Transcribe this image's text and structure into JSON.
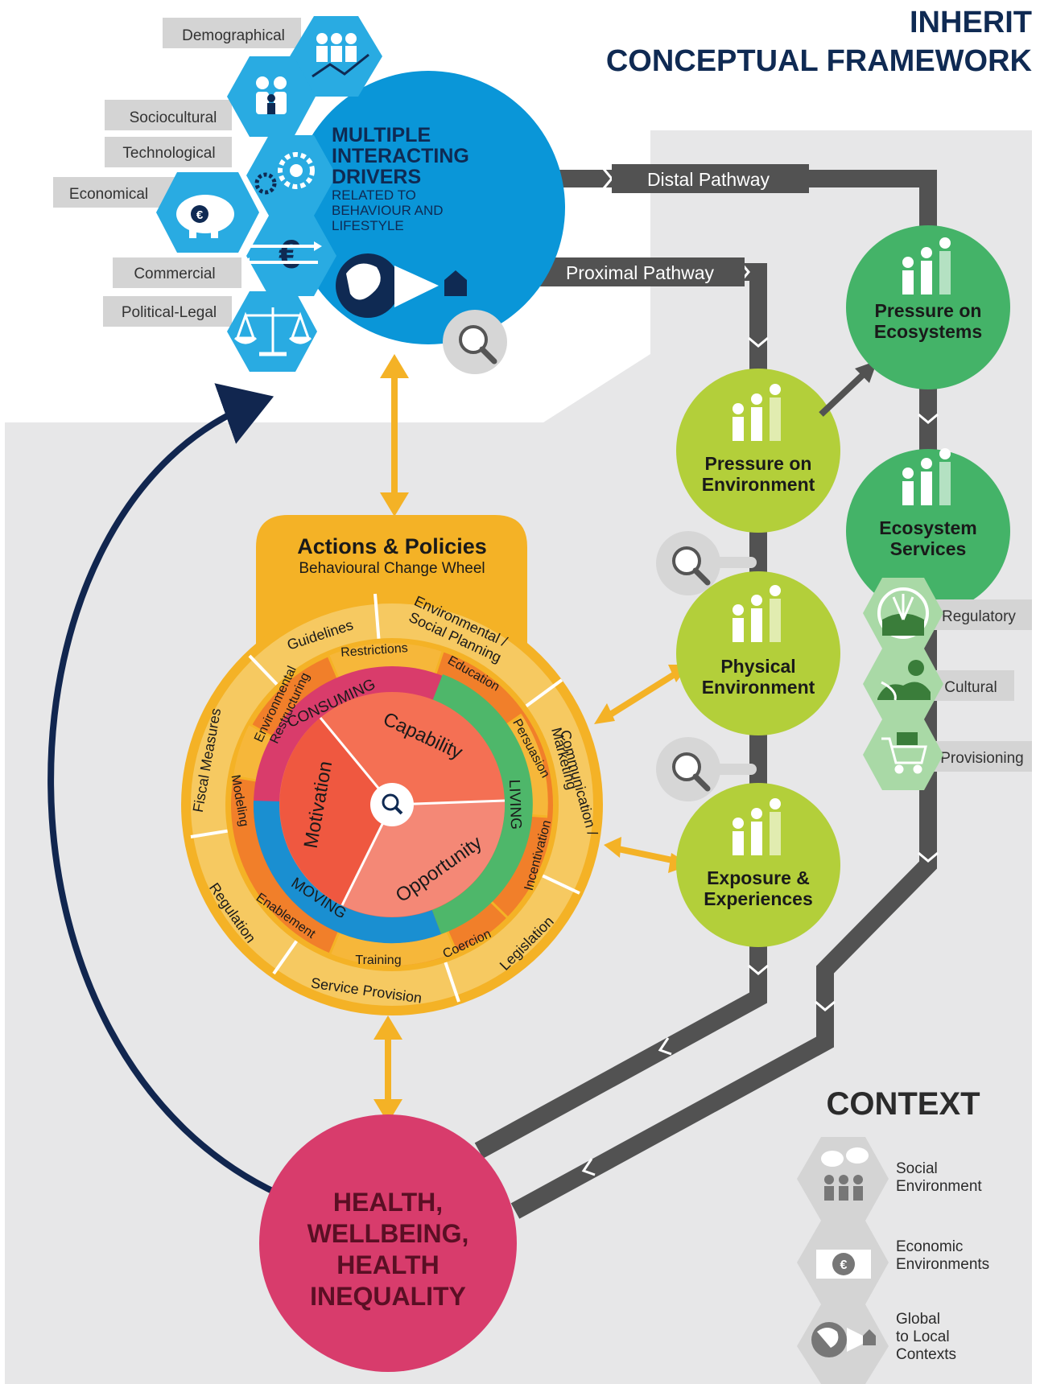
{
  "title": {
    "line1": "INHERIT",
    "line2": "CONCEPTUAL FRAMEWORK"
  },
  "drivers": {
    "title_lines": [
      "MULTIPLE",
      "INTERACTING",
      "DRIVERS"
    ],
    "subtitle_lines": [
      "RELATED TO",
      "BEHAVIOUR AND",
      "LIFESTYLE"
    ],
    "labels": {
      "demographical": "Demographical",
      "sociocultural": "Sociocultural",
      "technological": "Technological",
      "economical": "Economical",
      "commercial": "Commercial",
      "political_legal": "Political-Legal"
    }
  },
  "pathways": {
    "distal": "Distal Pathway",
    "proximal": "Proximal Pathway"
  },
  "environment_nodes": {
    "pressure_environment": [
      "Pressure on",
      "Environment"
    ],
    "physical_environment": [
      "Physical",
      "Environment"
    ],
    "exposure_experiences": [
      "Exposure &",
      "Experiences"
    ],
    "pressure_ecosystems": [
      "Pressure on",
      "Ecosystems"
    ],
    "ecosystem_services": [
      "Ecosystem",
      "Services"
    ]
  },
  "services": {
    "regulatory": "Regulatory",
    "cultural": "Cultural",
    "provisioning": "Provisioning"
  },
  "actions": {
    "title": "Actions & Policies",
    "subtitle": "Behavioural Change Wheel"
  },
  "wheel": {
    "core": {
      "capability": "Capability",
      "opportunity": "Opportunity",
      "motivation": "Motivation"
    },
    "ring": {
      "consuming": "CONSUMING",
      "living": "LIVING",
      "moving": "MOVING"
    },
    "interventions": {
      "restrictions": "Restrictions",
      "education": "Education",
      "persuasion": "Persuasion",
      "incentivation": "Incentivation",
      "coercion": "Coercion",
      "training": "Training",
      "enablement": "Enablement",
      "modeling": "Modeling",
      "env_restructuring": [
        "Environmental",
        "Restructuring"
      ]
    },
    "policies": {
      "guidelines": "Guidelines",
      "env_social_planning": [
        "Environmental /",
        "Social Planning"
      ],
      "comm_marketing": [
        "Communication /",
        "Marketing"
      ],
      "legislation": "Legislation",
      "service_provision": "Service Provision",
      "regulation": "Regulation",
      "fiscal_measures": "Fiscal Measures"
    }
  },
  "health": {
    "lines": [
      "HEALTH,",
      "WELLBEING,",
      "HEALTH",
      "INEQUALITY"
    ]
  },
  "context": {
    "title": "CONTEXT",
    "social": [
      "Social",
      "Environment"
    ],
    "economic": [
      "Economic",
      "Environments"
    ],
    "global": [
      "Global",
      "to Local",
      "Contexts"
    ]
  },
  "colors": {
    "title_navy": "#0f2a53",
    "drivers_blue": "#0a96d8",
    "hex_light_blue": "#29abe2",
    "grey_bg": "#e7e7e8",
    "pathway_grey": "#525252",
    "lime": "#b3cf3a",
    "green": "#44b368",
    "pale_green": "#a9d9a6",
    "orange_gold": "#f4b226",
    "ring_light": "#f6c961",
    "ring_orange": "#f17f2a",
    "consuming_pink": "#d93c6b",
    "living_green": "#4eb76a",
    "moving_blue": "#1a8fd1",
    "motivation": "#ef5840",
    "capability": "#f47054",
    "opportunity": "#f48876",
    "health_pink": "#d83c6c",
    "arrow_navy": "#11264f"
  },
  "icons": [
    "people-growth-icon",
    "family-icon",
    "gears-icon",
    "piggy-bank-icon",
    "euro-exchange-icon",
    "scales-icon",
    "globe-house-icon",
    "magnifier-icon",
    "bar-chart-people-icon",
    "plant-cycle-icon",
    "landscape-icon",
    "shopping-cart-icon",
    "speech-bubbles-icon",
    "euro-note-icon"
  ]
}
